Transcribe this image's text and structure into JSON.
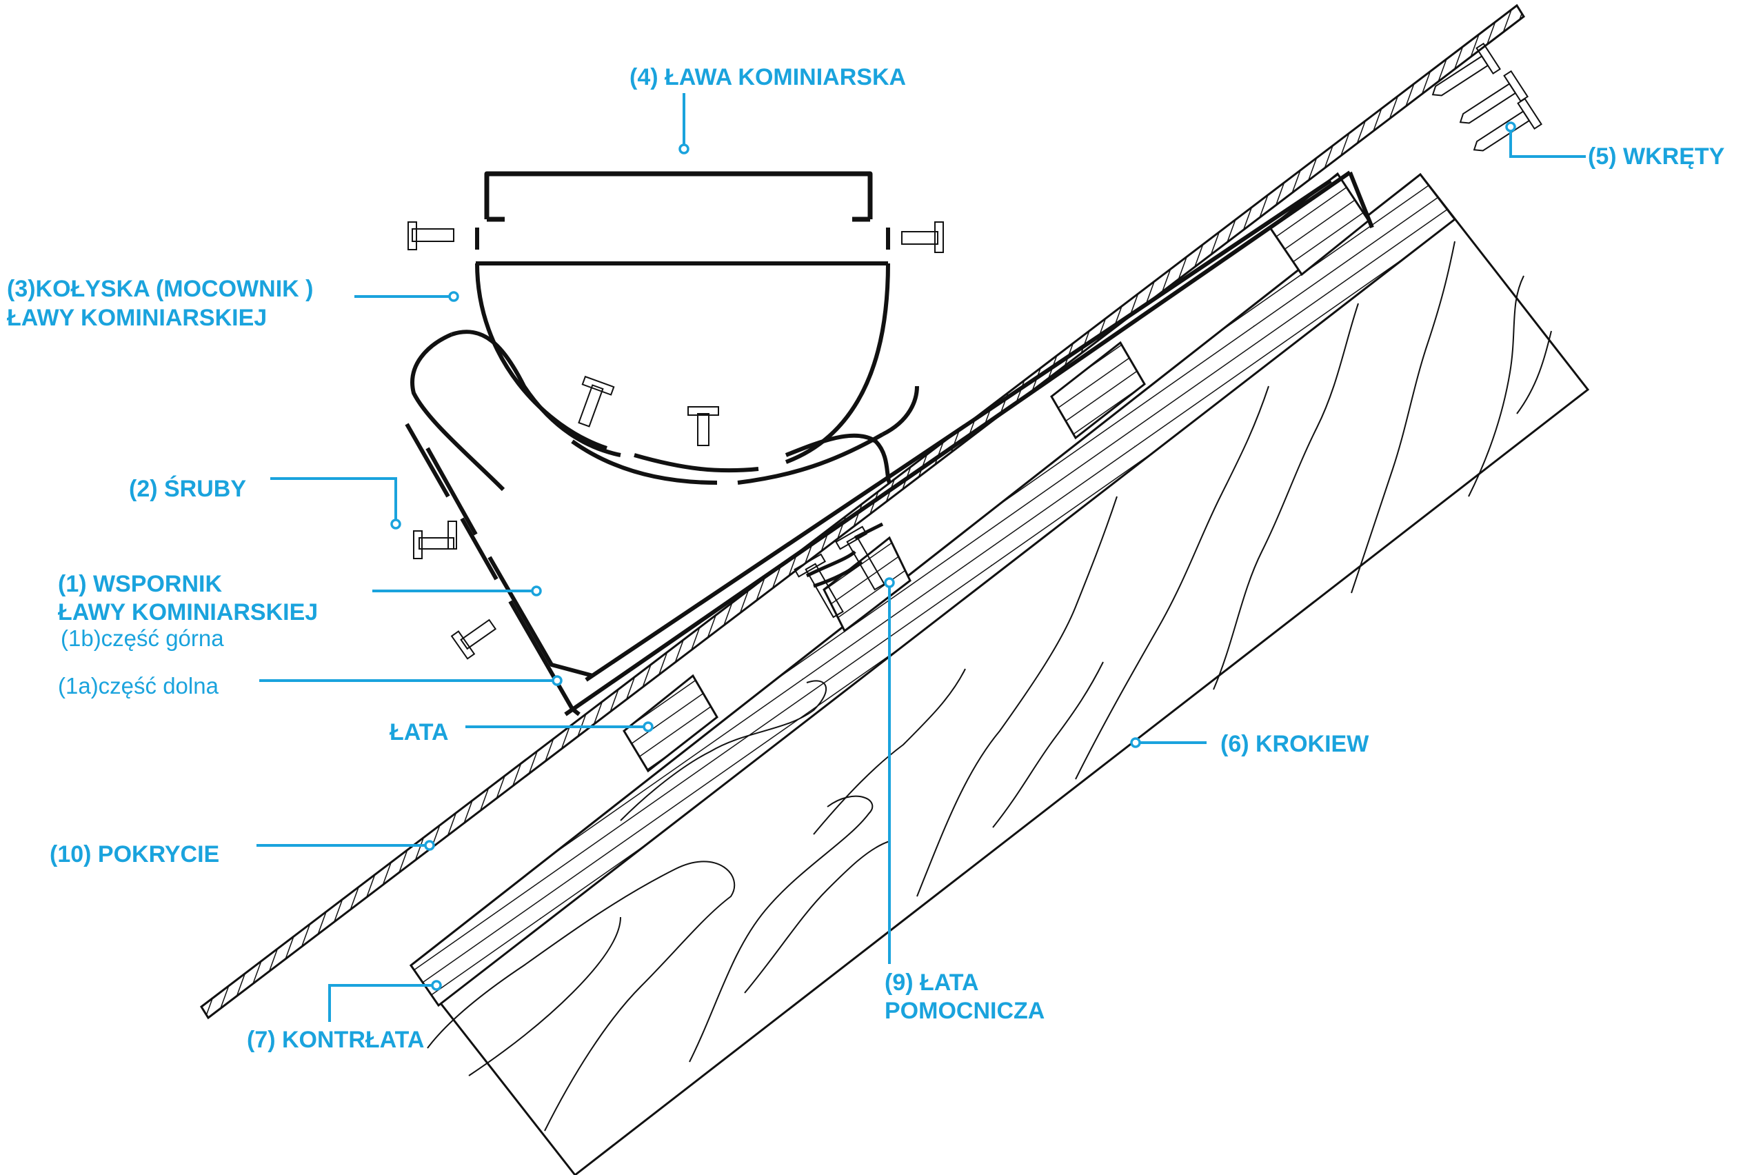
{
  "labels": {
    "lawa": "(4) ŁAWA  KOMINIARSKA",
    "wkrety": "(5) WKRĘTY",
    "kolyska_1": "(3)KOŁYSKA  (MOCOWNIK )",
    "kolyska_2": "ŁAWY KOMINIARSKIEJ",
    "sruby": "(2) ŚRUBY",
    "wspornik_1": "(1) WSPORNIK",
    "wspornik_2": "ŁAWY KOMINIARSKIEJ",
    "czesc_gorna": "(1b)część górna",
    "czesc_dolna": "(1a)część dolna",
    "lata": "ŁATA",
    "krokiew": "(6) KROKIEW",
    "pokrycie": "(10) POKRYCIE",
    "lata_pomocnicza_1": "(9) ŁATA",
    "lata_pomocnicza_2": "POMOCNICZA",
    "kontrlata": "(7) KONTRŁATA"
  },
  "colors": {
    "label": "#1aa3dd",
    "ink": "#111111"
  }
}
